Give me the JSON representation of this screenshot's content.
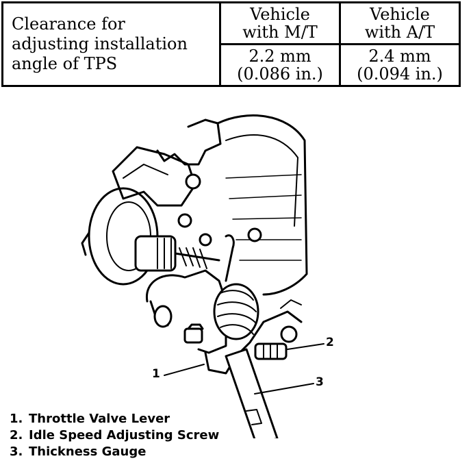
{
  "table": {
    "label_lines": [
      "Clearance for",
      "adjusting installation",
      "angle of TPS"
    ],
    "columns": [
      {
        "header_lines": [
          "Vehicle",
          "with M/T"
        ],
        "value_lines": [
          "2.2 mm",
          "(0.086 in.)"
        ]
      },
      {
        "header_lines": [
          "Vehicle",
          "with A/T"
        ],
        "value_lines": [
          "2.4 mm",
          "(0.094 in.)"
        ]
      }
    ]
  },
  "callouts": [
    "1",
    "2",
    "3"
  ],
  "legend": [
    {
      "num": "1.",
      "text": "Throttle Valve Lever"
    },
    {
      "num": "2.",
      "text": "Idle Speed Adjusting Screw"
    },
    {
      "num": "3.",
      "text": "Thickness Gauge"
    }
  ]
}
